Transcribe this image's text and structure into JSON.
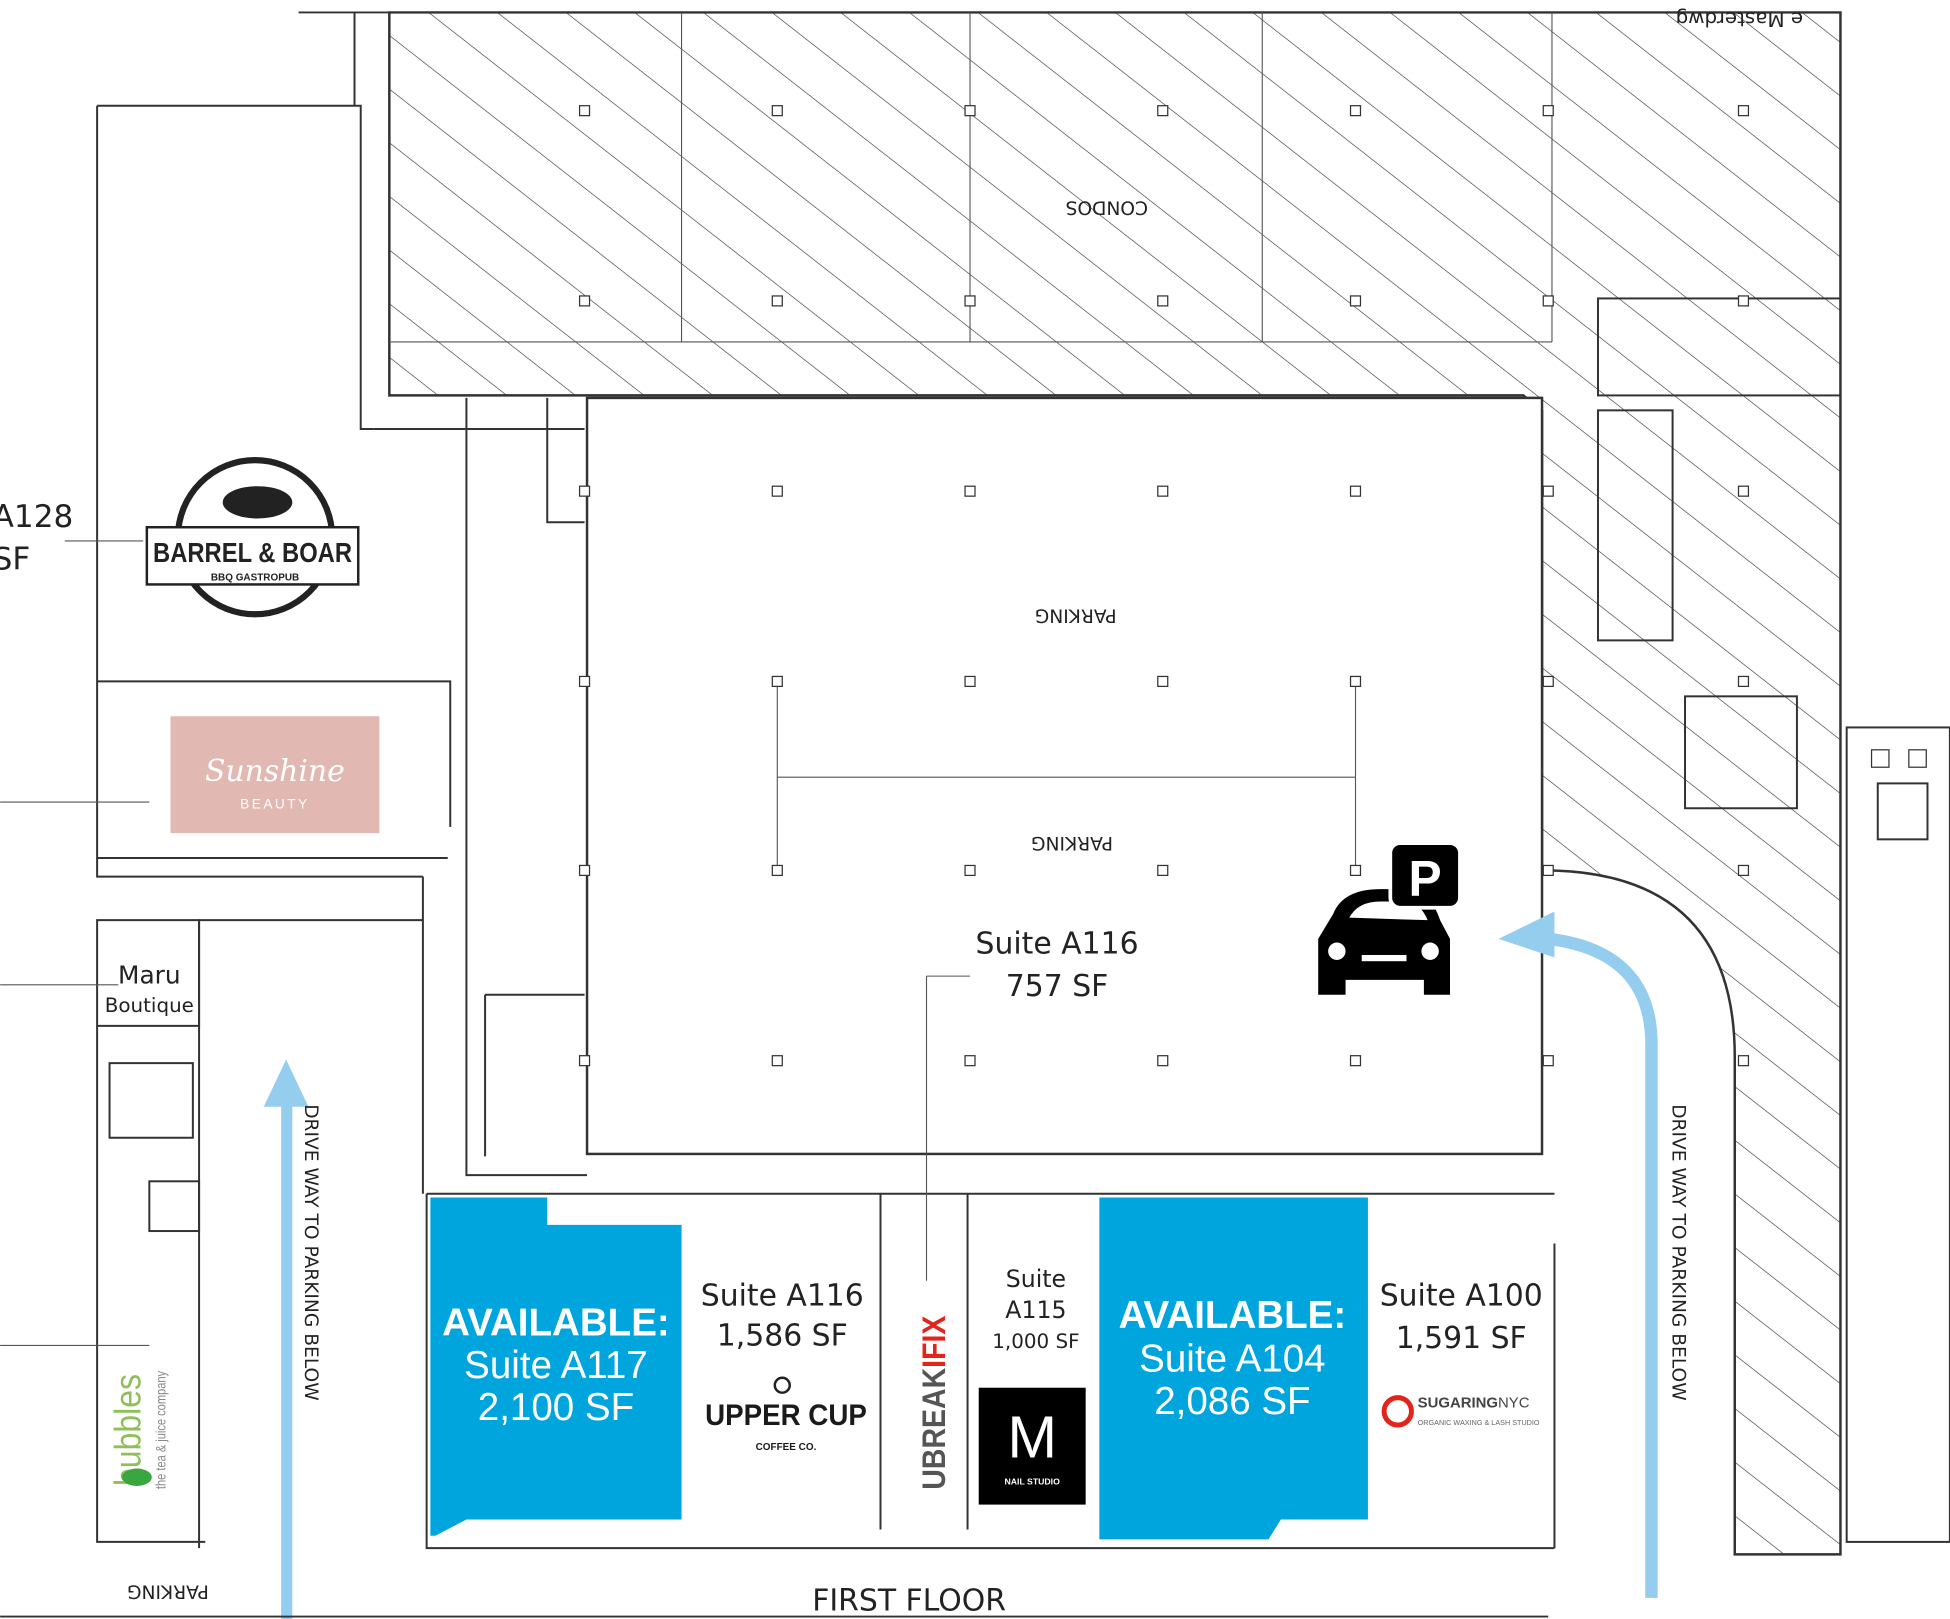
{
  "floor_title": "FIRST FLOOR",
  "colors": {
    "available": "#00a5de",
    "arrow": "#95cdef",
    "hatch": "#333333",
    "sunshine_bg": "#e2b8b2"
  },
  "zones": {
    "condos": "CONDOS",
    "parking_upper": "PARKING",
    "parking_lower": "PARKING",
    "parking_bottom_left": "PARKING"
  },
  "top_right_cut_text": "e Masterdwg",
  "driveways": {
    "left": "DRIVE WAY TO PARKING BELOW",
    "right": "DRIVE WAY TO PARKING BELOW"
  },
  "left_labels": {
    "a128_line1": "A128",
    "a128_line2": "SF"
  },
  "suites": [
    {
      "status": "AVAILABLE:",
      "name": "Suite A117",
      "area": "2,100 SF",
      "available": true
    },
    {
      "name": "Suite A116",
      "area": "1,586 SF",
      "tenant": "UPPER CUP",
      "tenant_sub": "COFFEE CO."
    },
    {
      "tenant": "UBREAK",
      "tenant_accent": "IFIX"
    },
    {
      "name_line1": "Suite",
      "name_line2": "A115",
      "area": "1,000 SF",
      "tenant": "M",
      "tenant_sub": "NAIL STUDIO"
    },
    {
      "status": "AVAILABLE:",
      "name": "Suite A104",
      "area": "2,086 SF",
      "available": true
    },
    {
      "name": "Suite A100",
      "area": "1,591 SF",
      "tenant": "SUGARING",
      "tenant_accent": "NYC",
      "tenant_sub": "ORGANIC WAXING & LASH STUDIO"
    }
  ],
  "callout": {
    "name": "Suite A116",
    "area": "757 SF"
  },
  "tenants_left": {
    "barrel": {
      "name": "BARREL & BOAR",
      "sub": "BBQ GASTROPUB"
    },
    "sunshine": {
      "name": "Sunshine",
      "sub": "BEAUTY"
    },
    "maru": {
      "line1": "Maru",
      "line2": "Boutique"
    },
    "bubbles": {
      "name": "bubbles",
      "sub": "the tea & juice company"
    }
  },
  "parking_icon": {
    "icon": "car-parking-icon",
    "letter": "P"
  }
}
